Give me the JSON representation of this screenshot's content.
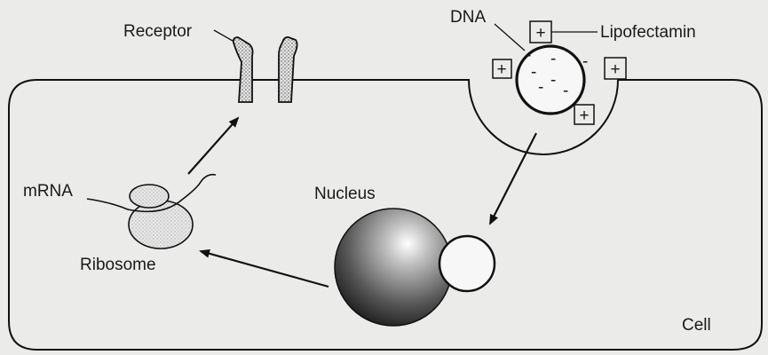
{
  "labels": {
    "receptor": "Receptor",
    "dna": "DNA",
    "lipofectamin": "Lipofectamin",
    "mrna": "mRNA",
    "nucleus": "Nucleus",
    "ribosome": "Ribosome",
    "cell": "Cell"
  },
  "symbols": {
    "plus": "+",
    "minus": "-"
  }
}
